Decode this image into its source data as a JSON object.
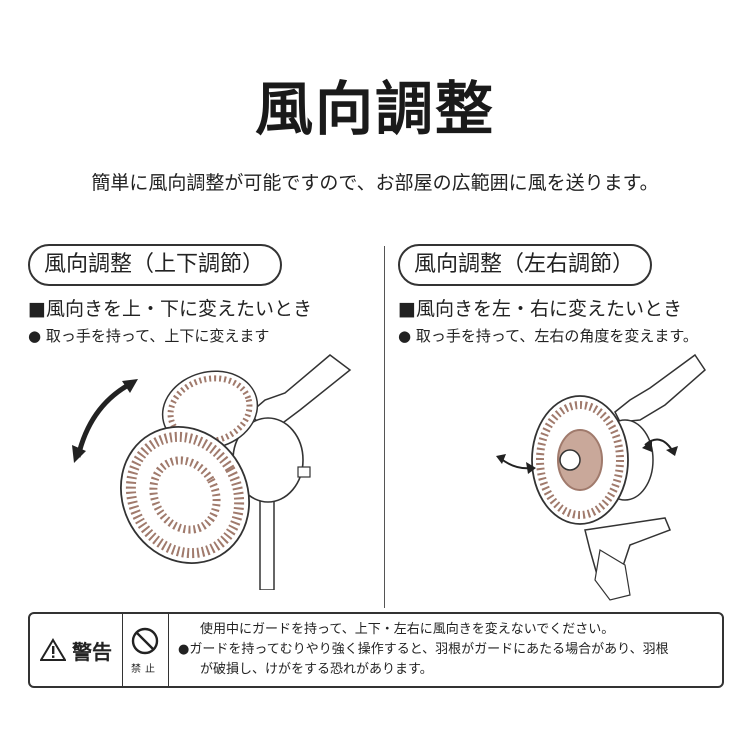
{
  "page": {
    "title": "風向調整",
    "subtitle": "簡単に風向調整が可能ですので、お部屋の広範囲に風を送ります。"
  },
  "left_section": {
    "heading": "風向調整（上下調節）",
    "bullet_square": "■風向きを上・下に変えたいとき",
    "bullet_circle": "● 取っ手を持って、上下に変えます"
  },
  "right_section": {
    "heading": "風向調整（左右調節）",
    "bullet_square": "■風向きを左・右に変えたいとき",
    "bullet_circle": "● 取っ手を持って、左右の角度を変えます。"
  },
  "warning": {
    "label": "警告",
    "symbol_label": "禁止",
    "line1": "使用中にガードを持って、上下・左右に風向きを変えないでください。",
    "line2": "●ガードを持ってむりやり強く操作すると、羽根がガードにあたる場合があり、羽根",
    "line3": "が破損し、けがをする恐れがあります。"
  },
  "colors": {
    "ink": "#222222",
    "fan_blade": "#a07a6c",
    "fan_shade": "#c9a89a"
  }
}
